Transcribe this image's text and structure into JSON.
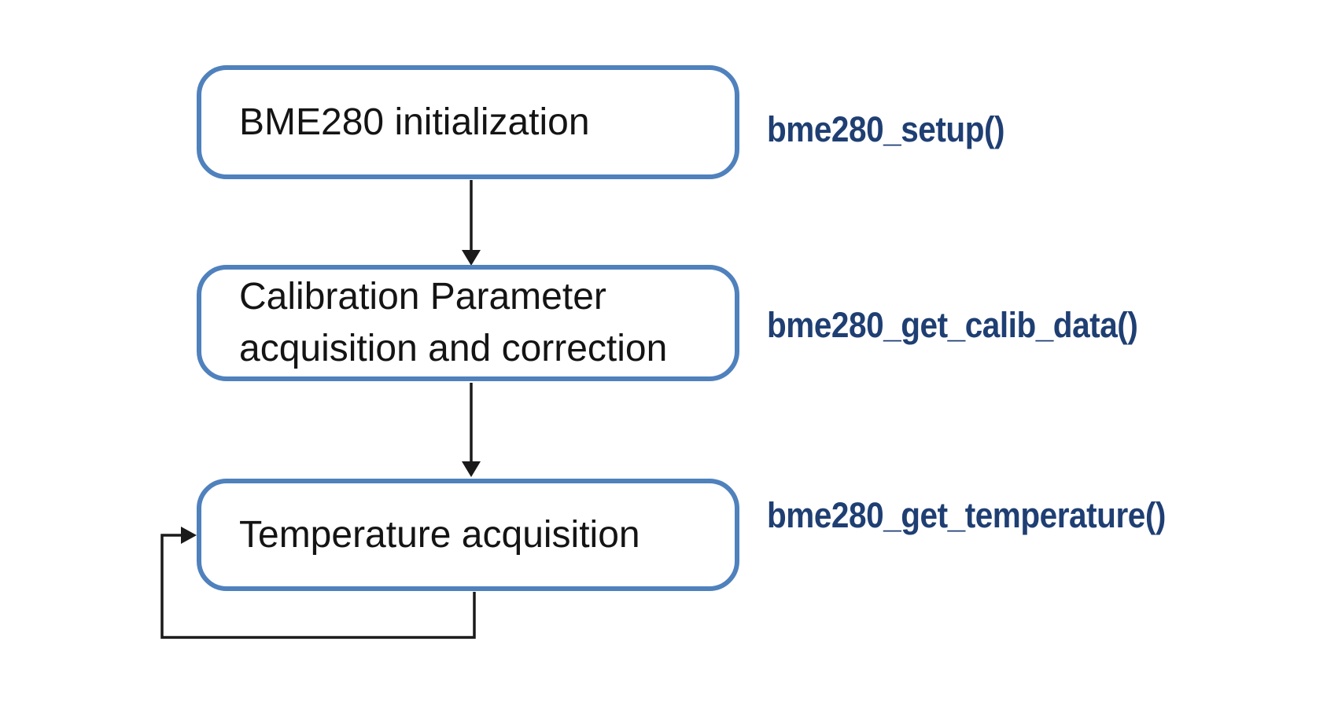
{
  "diagram": {
    "type": "flowchart",
    "colors": {
      "box_border": "#4f81bd",
      "box_text": "#141414",
      "function_text": "#1f3f73",
      "connector": "#1a1a1a",
      "background": "#ffffff"
    },
    "steps": [
      {
        "label": "BME280 initialization",
        "lines": [
          "BME280 initialization"
        ],
        "function": "bme280_setup()"
      },
      {
        "label": "Calibration Parameter acquisition and correction",
        "lines": [
          "Calibration Parameter",
          "acquisition and correction"
        ],
        "function": "bme280_get_calib_data()"
      },
      {
        "label": "Temperature acquisition",
        "lines": [
          "Temperature acquisition"
        ],
        "function": "bme280_get_temperature()"
      }
    ],
    "connectors": [
      {
        "from": "step-1",
        "to": "step-2",
        "kind": "arrow-down"
      },
      {
        "from": "step-2",
        "to": "step-3",
        "kind": "arrow-down"
      },
      {
        "from": "step-3",
        "to": "step-3",
        "kind": "loop-back"
      }
    ]
  }
}
